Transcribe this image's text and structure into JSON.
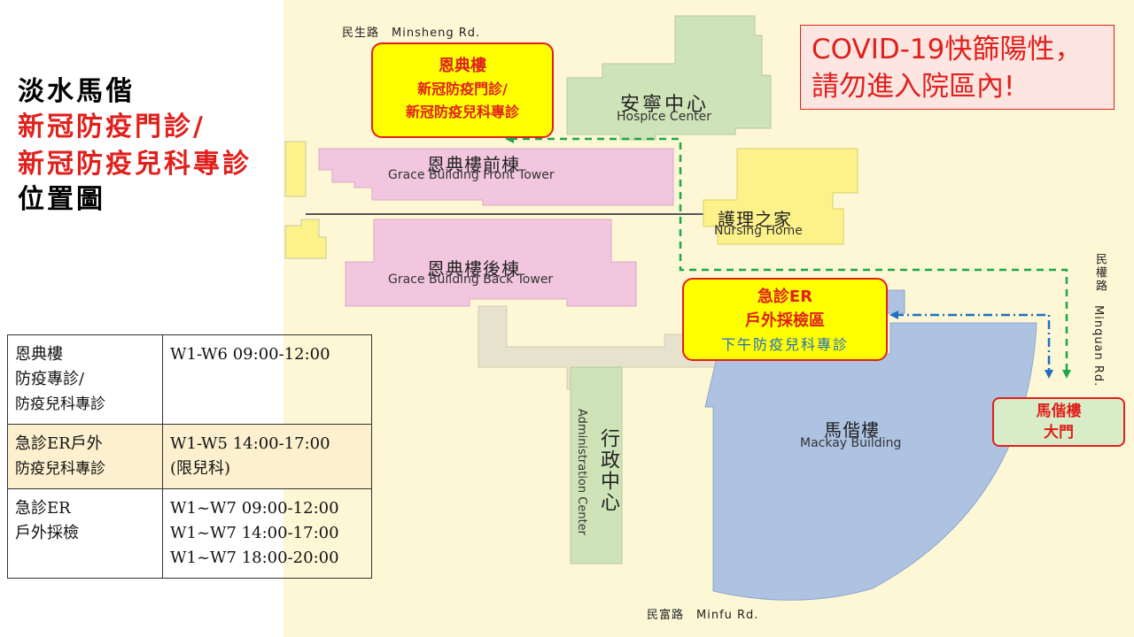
{
  "title": {
    "line1": "淡水馬偕",
    "line2": "新冠防疫門診/",
    "line3": "新冠防疫兒科專診",
    "line4": "位置圖"
  },
  "streets": {
    "north": "民生路　Minsheng Rd.",
    "south": "民富路　Minfu Rd.",
    "east_zh": "民權路",
    "east_en": "Minquan Rd."
  },
  "buildings": {
    "hospice": {
      "zh": "安寧中心",
      "en": "Hospice Center"
    },
    "grace_front": {
      "zh": "恩典樓前棟",
      "en": "Grace Building Front Tower"
    },
    "grace_back": {
      "zh": "恩典樓後棟",
      "en": "Grace Building Back Tower"
    },
    "nursing": {
      "zh": "護理之家",
      "en": "Nursing Home"
    },
    "mackay": {
      "zh": "馬偕樓",
      "en": "Mackay Building"
    },
    "admin": {
      "zh": "行政中心",
      "en": "Administration Center"
    }
  },
  "callouts": {
    "grace": {
      "line1": "恩典樓",
      "line2": "新冠防疫門診/",
      "line3": "新冠防疫兒科專診"
    },
    "er": {
      "line1": "急診ER",
      "line2": "戶外採檢區",
      "line3": "下午防疫兒科專診"
    },
    "gate": {
      "line1": "馬偕樓",
      "line2": "大門"
    }
  },
  "covid_notice": {
    "line1": "COVID-19快篩陽性，",
    "line2": "請勿進入院區內!"
  },
  "schedule": {
    "rows": [
      {
        "place": [
          "恩典樓",
          "防疫專診/",
          "防疫兒科專診"
        ],
        "times": [
          "W1-W6  09:00-12:00"
        ]
      },
      {
        "place": [
          "急診ER戶外",
          "防疫兒科專診"
        ],
        "times": [
          "W1-W5  14:00-17:00",
          "(限兒科)"
        ]
      },
      {
        "place": [
          "急診ER",
          "戶外採檢"
        ],
        "times": [
          "W1~W7  09:00-12:00",
          "W1~W7  14:00-17:00",
          "W1~W7  18:00-20:00"
        ]
      }
    ]
  },
  "colors": {
    "map_bg": "#fdf7d6",
    "pink_building": "#f2c6de",
    "green_building": "#cfe3b8",
    "yellow_building": "#fdf28a",
    "blue_building": "#aec3e2",
    "path_green": "#1aa84a",
    "path_blue": "#1f6fc4",
    "accent_red": "#e0201c"
  }
}
